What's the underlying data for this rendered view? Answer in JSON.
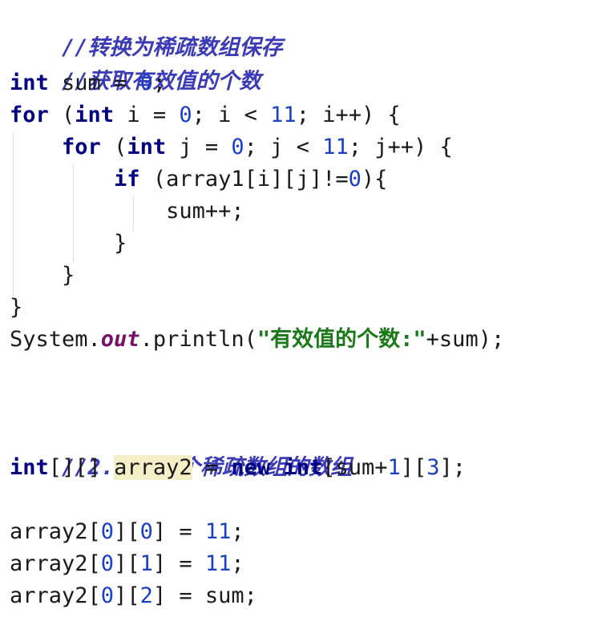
{
  "code": {
    "l1": {
      "comment": "//转换为稀疏数组保存"
    },
    "l2": {
      "comment": "//获取有效值的个数"
    },
    "l3": {
      "kw": "int",
      "rest": " sum = ",
      "num": "0",
      "end": ";"
    },
    "l4": {
      "kw1": "for",
      "p1": " (",
      "kw2": "int",
      "p2": " i = ",
      "n1": "0",
      "p3": "; i < ",
      "n2": "11",
      "p4": "; i++) {"
    },
    "l5": {
      "indent": "    ",
      "kw1": "for",
      "p1": " (",
      "kw2": "int",
      "p2": " j = ",
      "n1": "0",
      "p3": "; j < ",
      "n2": "11",
      "p4": "; j++) {"
    },
    "l6": {
      "indent": "        ",
      "kw": "if",
      "p1": " (array1[i][j]!=",
      "n": "0",
      "p2": "){"
    },
    "l7": {
      "text": "            sum++;"
    },
    "l8": {
      "text": "        }"
    },
    "l9": {
      "text": "    }"
    },
    "l10": {
      "text": "}"
    },
    "l11": {
      "p1": "System.",
      "field": "out",
      "p2": ".println(",
      "str": "\"有效值的个数:\"",
      "p3": "+sum);"
    },
    "l12": {
      "comment": "//2.创建一个稀疏数组的数组"
    },
    "l13": {
      "kw1": "int",
      "p1": "[][] ",
      "var": "array2",
      "p2": " = ",
      "kw2": "new",
      "p3": " ",
      "kw3": "int",
      "p4": "[sum+",
      "n1": "1",
      "p5": "][",
      "n2": "3",
      "p6": "];"
    },
    "l14": {
      "p1": "array2[",
      "n1": "0",
      "p2": "][",
      "n2": "0",
      "p3": "] = ",
      "n3": "11",
      "p4": ";"
    },
    "l15": {
      "p1": "array2[",
      "n1": "0",
      "p2": "][",
      "n2": "1",
      "p3": "] = ",
      "n3": "11",
      "p4": ";"
    },
    "l16": {
      "p1": "array2[",
      "n1": "0",
      "p2": "][",
      "n2": "2",
      "p3": "] = sum;"
    }
  },
  "colors": {
    "comment": "#3b3bb8",
    "keyword": "#000080",
    "number": "#1a3fc4",
    "string": "#1a7a1a",
    "field": "#7a0f6a",
    "highlight": "#f5efc8"
  }
}
